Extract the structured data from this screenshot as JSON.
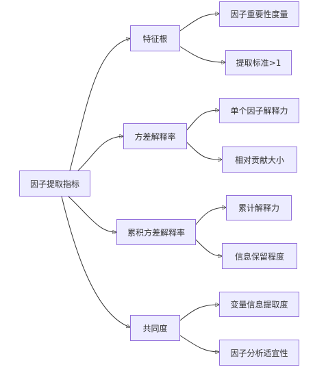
{
  "diagram": {
    "root": "因子提取指标",
    "branches": [
      {
        "label": "特征根",
        "children": [
          "因子重要性度量",
          "提取标准>1"
        ]
      },
      {
        "label": "方差解释率",
        "children": [
          "单个因子解释力",
          "相对贡献大小"
        ]
      },
      {
        "label": "累积方差解释率",
        "children": [
          "累计解释力",
          "信息保留程度"
        ]
      },
      {
        "label": "共同度",
        "children": [
          "变量信息提取度",
          "因子分析适宜性"
        ]
      }
    ]
  },
  "colors": {
    "node_fill": "#ECECFF",
    "node_border": "#9370DB",
    "edge": "#333333",
    "text": "#333333"
  }
}
